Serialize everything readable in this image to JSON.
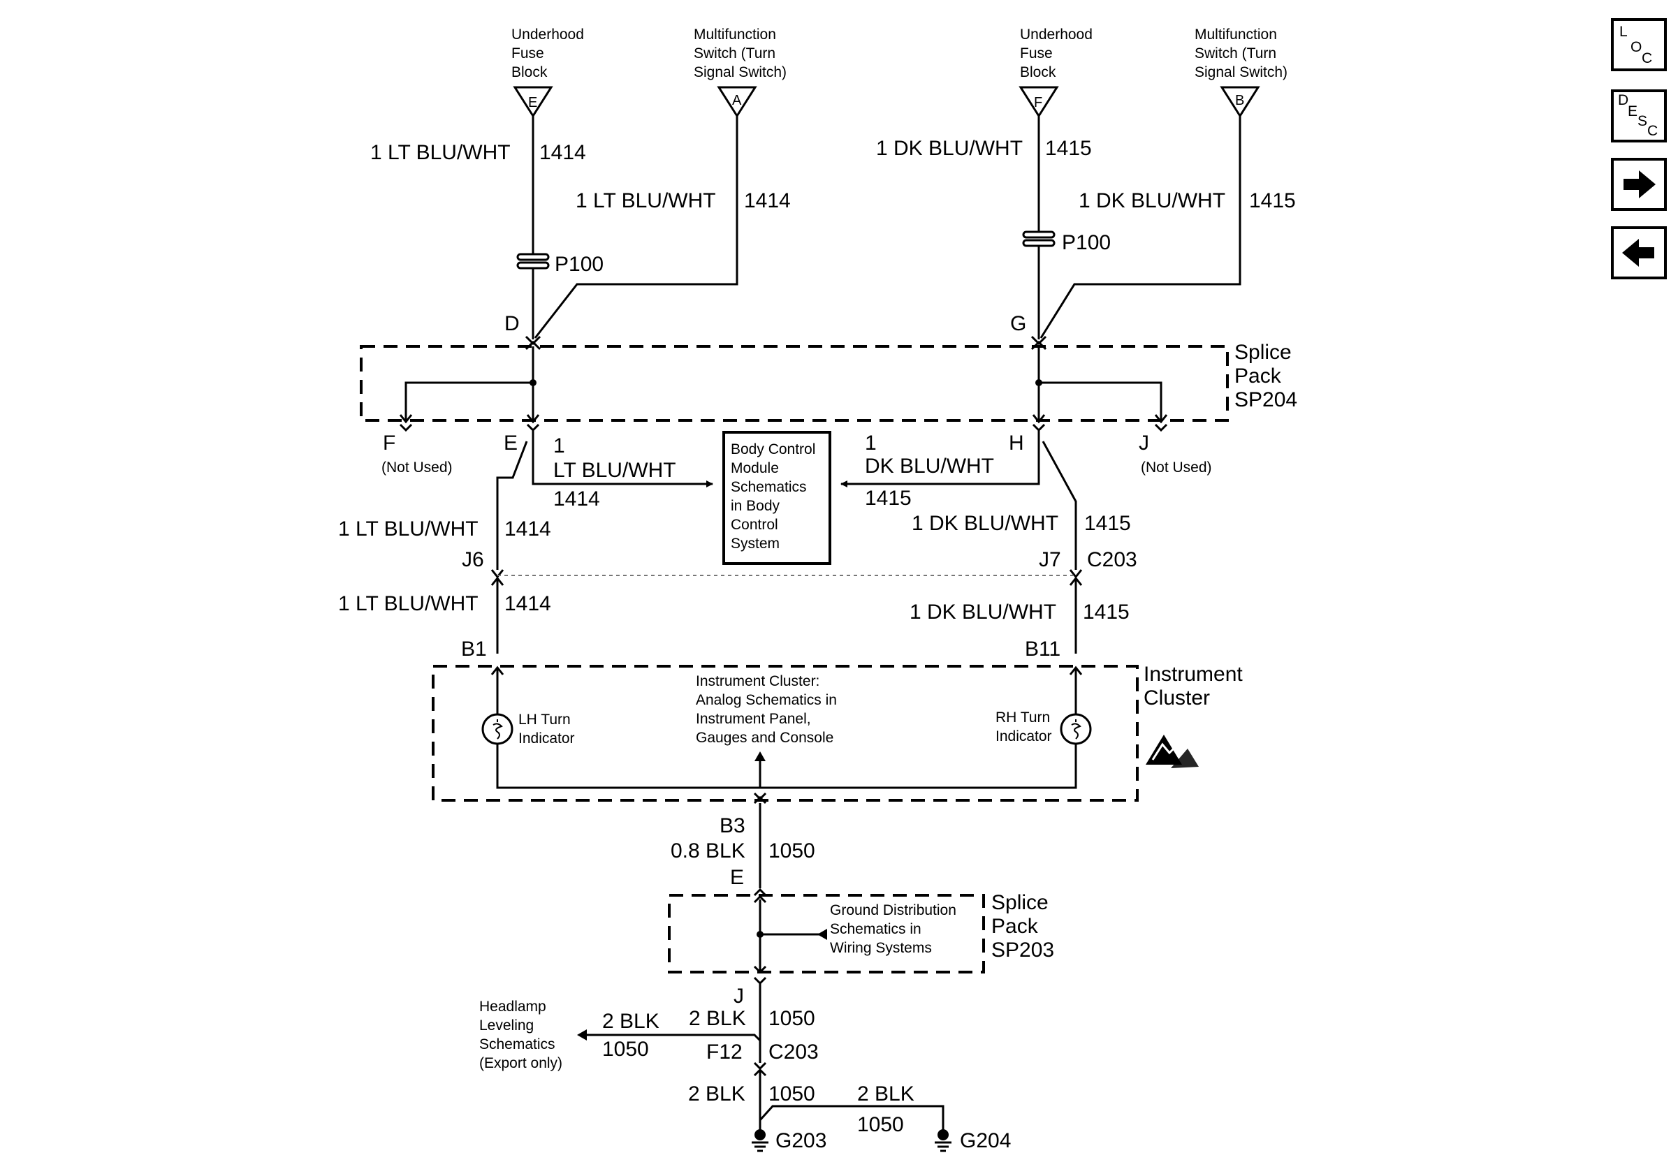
{
  "top": {
    "left_fuse": {
      "l1": "Underhood",
      "l2": "Fuse",
      "l3": "Block",
      "pin": "E"
    },
    "left_switch": {
      "l1": "Multifunction",
      "l2": "Switch (Turn",
      "l3": "Signal Switch)",
      "pin": "A"
    },
    "right_fuse": {
      "l1": "Underhood",
      "l2": "Fuse",
      "l3": "Block",
      "pin": "F"
    },
    "right_switch": {
      "l1": "Multifunction",
      "l2": "Switch (Turn",
      "l3": "Signal Switch)",
      "pin": "B"
    }
  },
  "wires": {
    "lt": "1 LT BLU/WHT",
    "dk": "1 DK BLU/WHT",
    "c1414": "1414",
    "c1415": "1415",
    "one": "1",
    "lt_short": "LT BLU/WHT",
    "dk_short": "DK BLU/WHT",
    "blk08": "0.8 BLK",
    "blk2": "2 BLK",
    "c1050": "1050"
  },
  "connectors": {
    "p100": "P100",
    "D": "D",
    "G": "G",
    "F": "F",
    "E": "E",
    "H": "H",
    "J": "J",
    "not_used": "(Not Used)",
    "J6": "J6",
    "J7": "J7",
    "C203": "C203",
    "B1": "B1",
    "B11": "B11",
    "B3": "B3",
    "E2": "E",
    "J2": "J",
    "F12": "F12"
  },
  "splice_204": {
    "l1": "Splice",
    "l2": "Pack",
    "l3": "SP204"
  },
  "splice_203": {
    "l1": "Splice",
    "l2": "Pack",
    "l3": "SP203"
  },
  "bcm": {
    "l1": "Body Control",
    "l2": "Module",
    "l3": "Schematics",
    "l4": "in Body",
    "l5": "Control",
    "l6": "System"
  },
  "cluster": {
    "title1": "Instrument",
    "title2": "Cluster",
    "ref1": "Instrument Cluster:",
    "ref2": "Analog Schematics in",
    "ref3": "Instrument Panel,",
    "ref4": "Gauges and Console",
    "lh1": "LH Turn",
    "lh2": "Indicator",
    "rh1": "RH Turn",
    "rh2": "Indicator"
  },
  "ground_ref": {
    "l1": "Ground Distribution",
    "l2": "Schematics in",
    "l3": "Wiring Systems"
  },
  "headlamp": {
    "l1": "Headlamp",
    "l2": "Leveling",
    "l3": "Schematics",
    "l4": "(Export only)"
  },
  "grounds": {
    "g203": "G203",
    "g204": "G204"
  },
  "nav": {
    "loc": {
      "a": "L",
      "b": "O",
      "c": "C"
    },
    "desc": {
      "a": "D",
      "b": "E",
      "c": "S",
      "d": "C"
    },
    "next": "→",
    "prev": "←"
  }
}
